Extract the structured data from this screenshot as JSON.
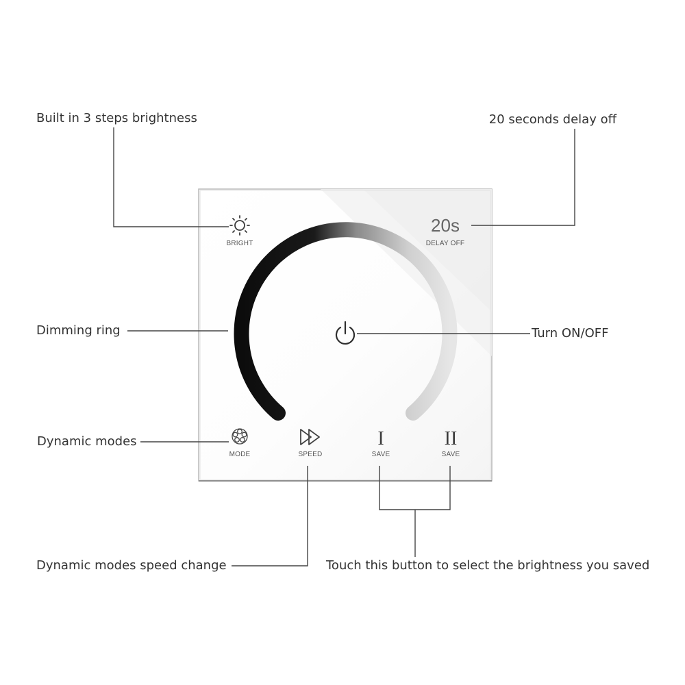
{
  "callouts": {
    "brightness": "Built in 3 steps brightness",
    "delay": "20 seconds delay off",
    "ring": "Dimming ring",
    "power": "Turn ON/OFF",
    "modes": "Dynamic modes",
    "speed": "Dynamic modes speed change",
    "save": "Touch this button to select the brightness you saved"
  },
  "panel": {
    "bright_label": "BRIGHT",
    "delay_value": "20s",
    "delay_label": "DELAY OFF",
    "mode_label": "MODE",
    "speed_label": "SPEED",
    "save1_glyph": "I",
    "save1_label": "SAVE",
    "save2_glyph": "II",
    "save2_label": "SAVE"
  },
  "icons": {
    "bright": "sun-icon",
    "power": "power-icon",
    "mode": "mode-wheel-icon",
    "speed": "fast-forward-icon"
  },
  "colors": {
    "ring_dark": "#111111",
    "ring_light": "#dcdcdc",
    "leader": "#444444",
    "panel_edge": "#b8b8b8"
  }
}
